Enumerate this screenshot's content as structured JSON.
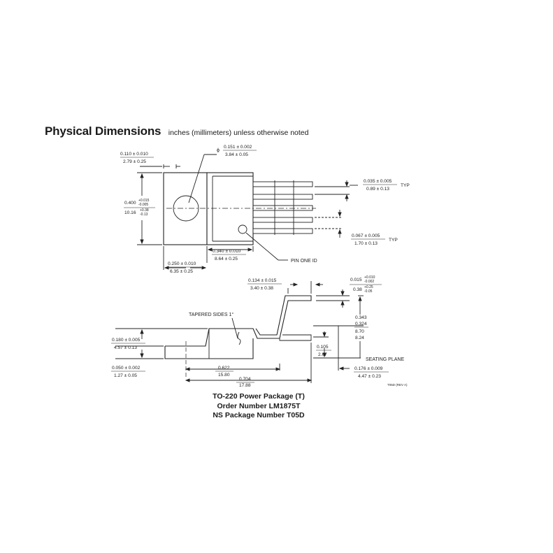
{
  "header": {
    "title": "Physical Dimensions",
    "subtitle": "inches (millimeters) unless otherwise noted"
  },
  "top_view": {
    "dims": {
      "tab_offset": {
        "inch": "0.110 ± 0.010",
        "mm": "2.79 ± 0.25"
      },
      "hole_dia": {
        "inch": "0.151 ± 0.002",
        "mm": "3.84 ± 0.05"
      },
      "height": {
        "inch": "0.400",
        "tol_plus": "+0.015",
        "tol_minus": "-0.005",
        "mm": "10.16",
        "mm_tol_plus": "+0.38",
        "mm_tol_minus": "-0.13"
      },
      "lead_width": {
        "inch": "0.035 ± 0.005",
        "mm": "0.89 ± 0.13",
        "note": "TYP"
      },
      "lead_pitch": {
        "inch": "0.067 ± 0.005",
        "mm": "1.70 ± 0.13",
        "note": "TYP"
      },
      "body_width": {
        "inch": "0.340 ± 0.010",
        "mm": "8.64 ± 0.25"
      },
      "tab_width": {
        "inch": "0.250 ± 0.010",
        "mm": "6.35 ± 0.25"
      }
    },
    "pin_one_label": "PIN ONE ID",
    "phi_symbol": "ϕ"
  },
  "side_view": {
    "dims": {
      "lead_bend": {
        "inch": "0.134 ± 0.015",
        "mm": "3.40 ± 0.38"
      },
      "lead_thk": {
        "inch": "0.015",
        "tol_plus": "+0.010",
        "tol_minus": "-0.002",
        "mm": "0.38",
        "mm_tol_plus": "+0.25",
        "mm_tol_minus": "-0.05"
      },
      "lead_offset": {
        "inch1": "0.343",
        "inch2": "0.324",
        "mm1": "8.70",
        "mm2": "8.24"
      },
      "body_thk": {
        "inch": "0.180 ± 0.005",
        "mm": "4.57 ± 0.13"
      },
      "seat": {
        "inch": "0.105",
        "mm": "2.67"
      },
      "tab_thk": {
        "inch": "0.050 ± 0.002",
        "mm": "1.27 ± 0.05"
      },
      "len1": {
        "inch": "0.622",
        "mm": "15.80"
      },
      "len2": {
        "inch": "0.704",
        "mm": "17.88"
      },
      "lead_len": {
        "inch": "0.176 ± 0.009",
        "mm": "4.47 ± 0.23"
      }
    },
    "tapered_label": "TAPERED SIDES 1°",
    "seating_label": "SEATING PLANE",
    "drawing_code": "T05D (REV A)"
  },
  "caption": {
    "line1": "TO-220 Power Package (T)",
    "line2": "Order Number LM1875T",
    "line3": "NS Package Number T05D"
  }
}
